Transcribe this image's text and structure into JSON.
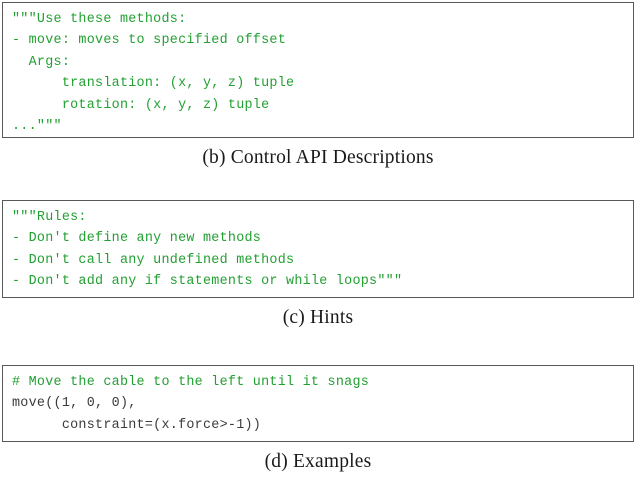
{
  "figure": {
    "panels": [
      {
        "id": "control-api-descriptions",
        "caption": "(b) Control API Descriptions",
        "lines": [
          {
            "text": "\"\"\"Use these methods:",
            "color": "green"
          },
          {
            "text": "- move: moves to specified offset",
            "color": "green"
          },
          {
            "text": "  Args:",
            "color": "green"
          },
          {
            "text": "      translation: (x, y, z) tuple",
            "color": "green"
          },
          {
            "text": "      rotation: (x, y, z) tuple",
            "color": "green"
          },
          {
            "text": "...\"\"\"",
            "color": "green"
          }
        ]
      },
      {
        "id": "hints",
        "caption": "(c) Hints",
        "lines": [
          {
            "text": "\"\"\"Rules:",
            "color": "green"
          },
          {
            "text": "- Don't define any new methods",
            "color": "green"
          },
          {
            "text": "- Don't call any undefined methods",
            "color": "green"
          },
          {
            "text": "- Don't add any if statements or while loops\"\"\"",
            "color": "green"
          }
        ]
      },
      {
        "id": "examples",
        "caption": "(d) Examples",
        "lines": [
          {
            "text": "# Move the cable to the left until it snags",
            "color": "green"
          },
          {
            "text": "move((1, 0, 0),",
            "color": "dark"
          },
          {
            "text": "      constraint=(x.force>-1))",
            "color": "dark"
          }
        ]
      }
    ]
  },
  "colors": {
    "code_green": "#22a032",
    "code_dark": "#3b3b3b",
    "box_border": "#58585a",
    "caption_text": "#1a1a1a",
    "background": "#ffffff"
  }
}
